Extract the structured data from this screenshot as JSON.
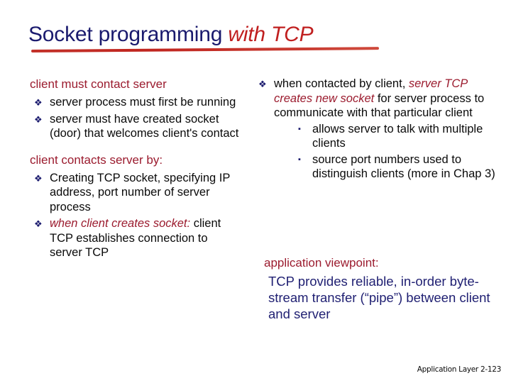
{
  "slide": {
    "title": {
      "main": "Socket programming ",
      "accent": "with TCP"
    },
    "footer": "Application Layer 2-123",
    "colors": {
      "title_navy": "#1a1a6e",
      "title_red": "#c01f1f",
      "heading_maroon": "#9b1b2e",
      "body_black": "#0a0a0a",
      "viewpoint_navy": "#1f1f72",
      "underline_red": "#c0251f"
    },
    "markers": {
      "diamond": "❖",
      "square": "▪"
    }
  },
  "left_column": {
    "sections": [
      {
        "heading": "client must contact server",
        "bullets": [
          {
            "text": "server process must first be running"
          },
          {
            "text": "server must have created socket (door) that welcomes client's contact"
          }
        ]
      },
      {
        "heading": "client contacts server by:",
        "bullets": [
          {
            "text": "Creating TCP socket, specifying IP address, port number of server process"
          },
          {
            "emphasis": "when client creates socket:",
            "text": " client TCP establishes connection to server TCP"
          }
        ]
      }
    ]
  },
  "right_column": {
    "bullets": [
      {
        "lead": "when contacted by client,",
        "emphasis": "server TCP creates new socket",
        "text": " for server process to communicate with that particular client",
        "sub_bullets": [
          "allows server to talk with multiple clients",
          "source port numbers used to distinguish clients (more in Chap 3)"
        ]
      }
    ],
    "viewpoint": {
      "heading": "application viewpoint:",
      "text": "TCP provides reliable, in-order byte-stream transfer (“pipe”) between client and server"
    }
  }
}
